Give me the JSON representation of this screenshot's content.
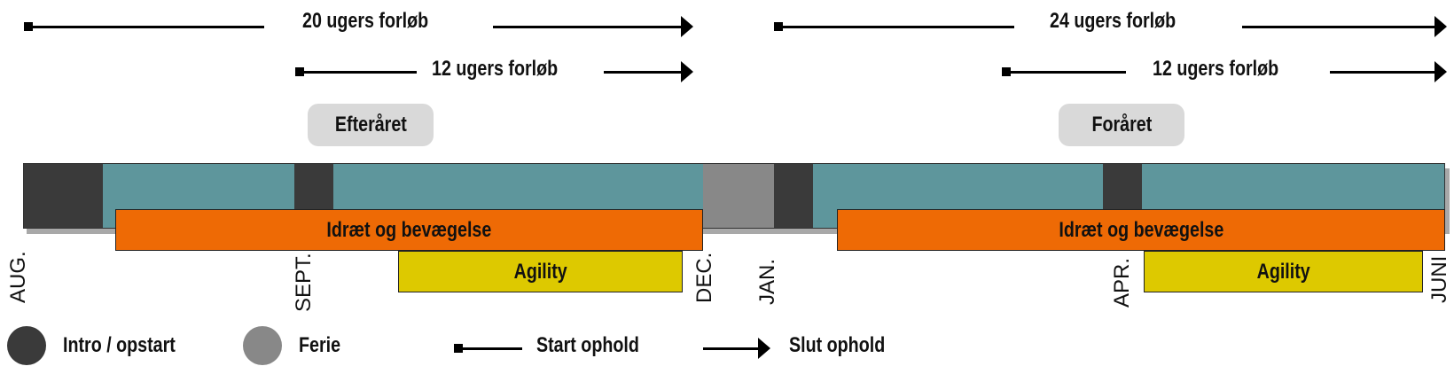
{
  "durations": {
    "autumn_long": "20 ugers forløb",
    "autumn_short": "12 ugers forløb",
    "spring_long": "24 ugers forløb",
    "spring_short": "12 ugers forløb"
  },
  "seasons": {
    "autumn": "Efteråret",
    "spring": "Foråret"
  },
  "bars": {
    "idraet_autumn": "Idræt og bevægelse",
    "idraet_spring": "Idræt og bevægelse",
    "agility_autumn": "Agility",
    "agility_spring": "Agility"
  },
  "months": {
    "aug": "AUG.",
    "sept": "SEPT.",
    "dec": "DEC.",
    "jan": "JAN.",
    "apr": "APR.",
    "juni": "JUNI"
  },
  "legend": {
    "intro": "Intro / opstart",
    "ferie": "Ferie",
    "start": "Start ophold",
    "slut": "Slut ophold"
  },
  "colors": {
    "intro": "#3a3a3a",
    "ferie": "#888888",
    "program": "#5e969c",
    "idraet": "#ee6a05",
    "agility": "#ddc900",
    "pill": "#d9d9d9"
  }
}
